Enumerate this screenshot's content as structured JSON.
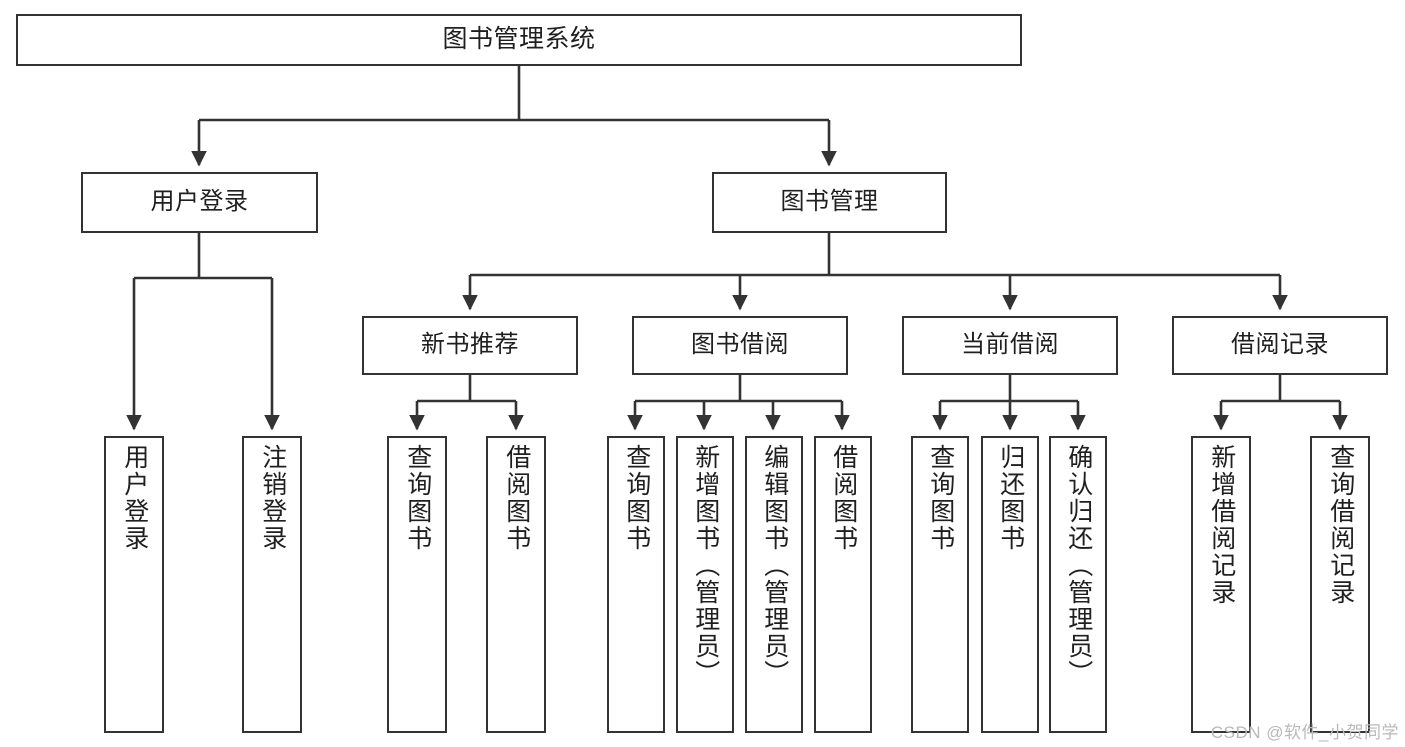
{
  "diagram": {
    "title": "图书管理系统",
    "watermark": "CSDN @软件_小贺同学",
    "type": "tree-hierarchy-diagram",
    "colors": {
      "stroke": "#333333",
      "fill": "#ffffff",
      "text": "#1f1f1f",
      "watermark": "#b9b9b9"
    },
    "root": {
      "label": "图书管理系统"
    },
    "level2": [
      {
        "label": "用户登录"
      },
      {
        "label": "图书管理"
      }
    ],
    "level3": [
      {
        "label": "新书推荐"
      },
      {
        "label": "图书借阅"
      },
      {
        "label": "当前借阅"
      },
      {
        "label": "借阅记录"
      }
    ],
    "leaves": {
      "user_login": [
        {
          "label": "用户登录"
        },
        {
          "label": "注销登录"
        }
      ],
      "new_book_recommend": [
        {
          "label": "查询图书"
        },
        {
          "label": "借阅图书"
        }
      ],
      "book_borrow": [
        {
          "label": "查询图书"
        },
        {
          "label": "新增图书（管理员）"
        },
        {
          "label": "编辑图书（管理员）"
        },
        {
          "label": "借阅图书"
        }
      ],
      "current_borrow": [
        {
          "label": "查询图书"
        },
        {
          "label": "归还图书"
        },
        {
          "label": "确认归还（管理员）"
        }
      ],
      "borrow_record": [
        {
          "label": "新增借阅记录"
        },
        {
          "label": "查询借阅记录"
        }
      ]
    }
  }
}
